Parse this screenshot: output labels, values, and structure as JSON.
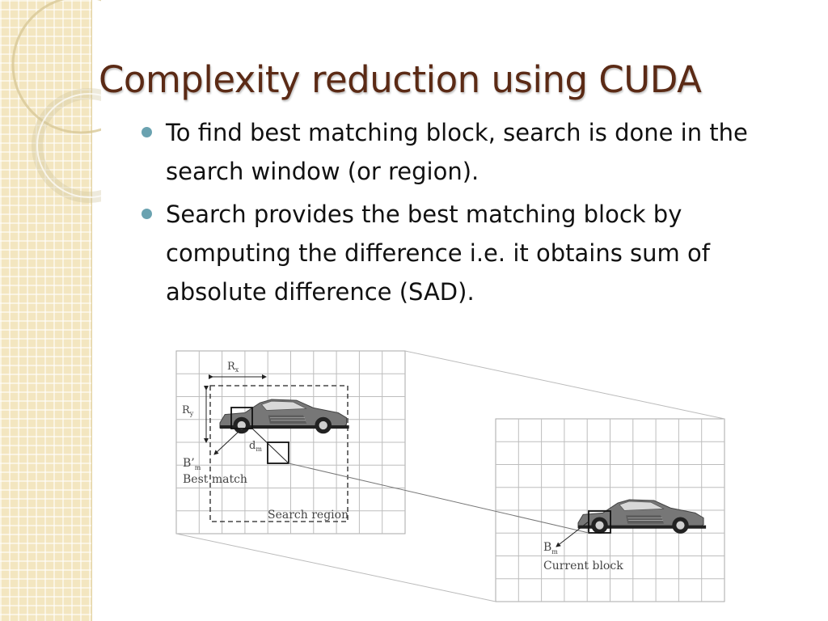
{
  "slide": {
    "title": "Complexity reduction using CUDA",
    "bullets": [
      "To find best matching block, search is done in the search window (or region).",
      "Search provides the best matching block by computing the difference i.e. it obtains sum of absolute difference (SAD)."
    ]
  },
  "diagram": {
    "labels": {
      "rx": "R",
      "rx_sub": "x",
      "ry": "R",
      "ry_sub": "y",
      "dm": "d",
      "dm_sub": "m",
      "best_match_symbol": "B’",
      "best_match_sub": "m",
      "best_match": "Best match",
      "search_region": "Search region",
      "current_block_symbol": "B",
      "current_block_sub": "m",
      "current_block": "Current block"
    }
  },
  "colors": {
    "title": "#5b2a15",
    "bullet": "#6aa2b0",
    "sidebar": "#f3e6c0"
  }
}
